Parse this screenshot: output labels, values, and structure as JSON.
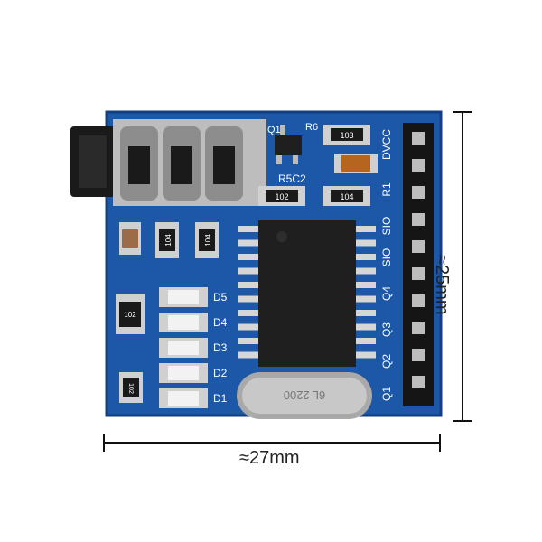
{
  "dimensions": {
    "width_label": "≈27mm",
    "height_label": "≈25mm"
  },
  "board": {
    "chip_codes": [
      "103",
      "102",
      "104",
      "104",
      "102",
      "102",
      "104"
    ],
    "silkscreen": {
      "q1": "Q1",
      "r6": "R6",
      "r5c2": "R5C2",
      "d5": "D5",
      "d4": "D4",
      "d3": "D3",
      "d2": "D2",
      "d1": "D1",
      "pin_labels": [
        "DVCC",
        "R1",
        "SIO",
        "SIO",
        "Q4",
        "Q3",
        "Q2",
        "Q1"
      ]
    },
    "crystal_text": "6L 2200"
  },
  "colors": {
    "pcb": "#1c57a8",
    "pcb_dark": "#133f80",
    "silver": "#c9c9c9",
    "chip": "#1f1f1f",
    "header": "#151515",
    "led": "#e8e8e8",
    "dimension_line": "#111111"
  }
}
